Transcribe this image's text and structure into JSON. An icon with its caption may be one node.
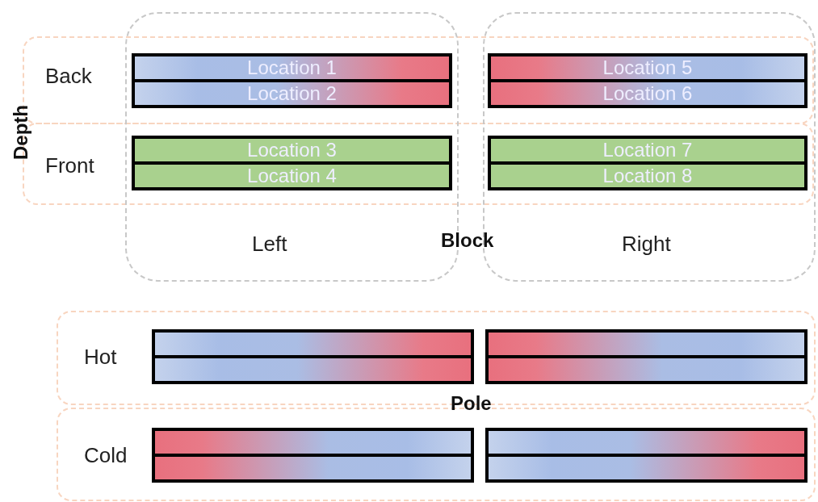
{
  "diagram": {
    "nodes": [
      {
        "text": [
          "Back"
        ]
      },
      {
        "text": [
          "Front"
        ]
      },
      {
        "text": [
          "Left"
        ]
      },
      {
        "text": [
          "Right"
        ]
      },
      {
        "text": [
          "Location 1"
        ]
      },
      {
        "text": [
          "Location 2"
        ]
      },
      {
        "text": [
          "Location 3"
        ]
      },
      {
        "text": [
          "Location 4"
        ]
      },
      {
        "text": [
          "Location 5"
        ]
      },
      {
        "text": [
          "Location 6"
        ]
      },
      {
        "text": [
          "Location 7"
        ]
      },
      {
        "text": [
          "Location 8"
        ]
      },
      {
        "text": [
          "Hot"
        ]
      },
      {
        "text": [
          "Cold"
        ]
      },
      {
        "text": [],
        "shape": "bar",
        "in": 12
      },
      {
        "text": [],
        "shape": "bar",
        "in": 12
      },
      {
        "text": [],
        "shape": "bar",
        "in": 12
      },
      {
        "text": [],
        "shape": "bar",
        "in": 12
      },
      {
        "text": [],
        "shape": "bar",
        "in": 13
      },
      {
        "text": [],
        "shape": "bar",
        "in": 13
      },
      {
        "text": [],
        "shape": "bar",
        "in": 13
      },
      {
        "text": [],
        "shape": "bar",
        "in": 13
      }
    ],
    "edges": [],
    "labels": [
      "Depth",
      "Block",
      "Pole"
    ]
  }
}
